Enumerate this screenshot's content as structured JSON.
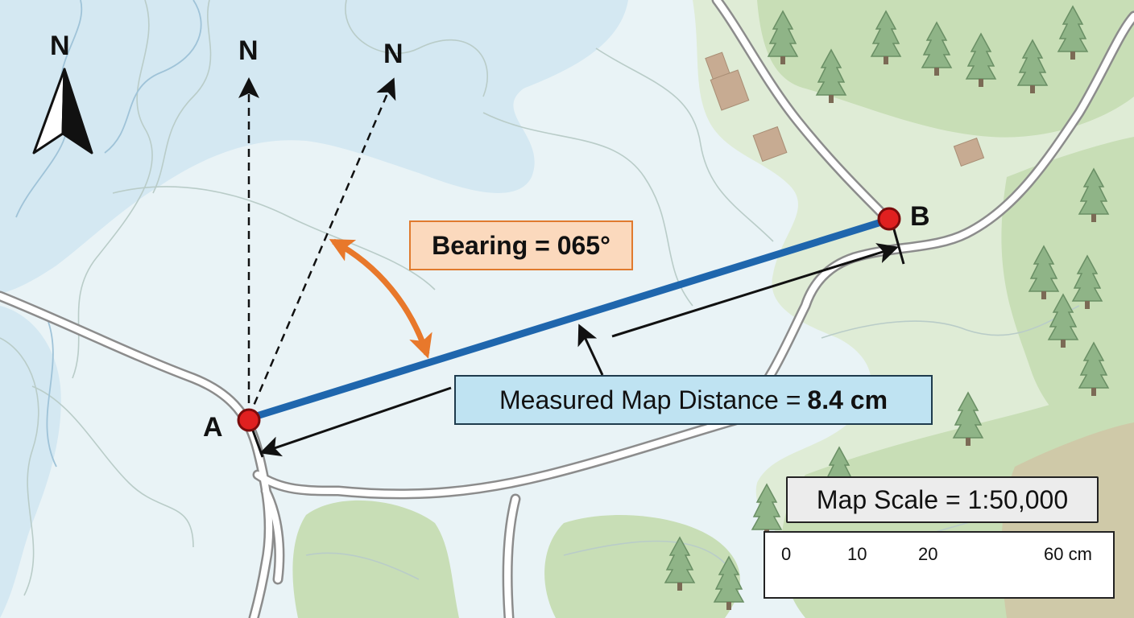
{
  "map": {
    "compass_label": "N",
    "north_line_a_label": "N",
    "north_line_b_label": "N",
    "point_a_label": "A",
    "point_b_label": "B",
    "bearing_label": "Bearing = 065°",
    "distance_label_prefix": "Measured Map Distance =",
    "distance_value": "8.4 cm",
    "scale_label": "Map Scale = 1:50,000",
    "scale_bar_ticks": [
      "0",
      "10",
      "20",
      "60 cm"
    ],
    "colors": {
      "water": "#d3e8f2",
      "land": "#e8f3f6",
      "forest": "#c9dfb8",
      "route": "#1f66ad",
      "point": "#e02020",
      "bearing_arc": "#e8782b",
      "road": "#ffffff",
      "road_edge": "#8a8a8a",
      "tree": "#7fa87a",
      "building": "#c7ab92"
    },
    "icons": [
      "north-arrow-icon",
      "tree-icon",
      "building-icon"
    ]
  }
}
